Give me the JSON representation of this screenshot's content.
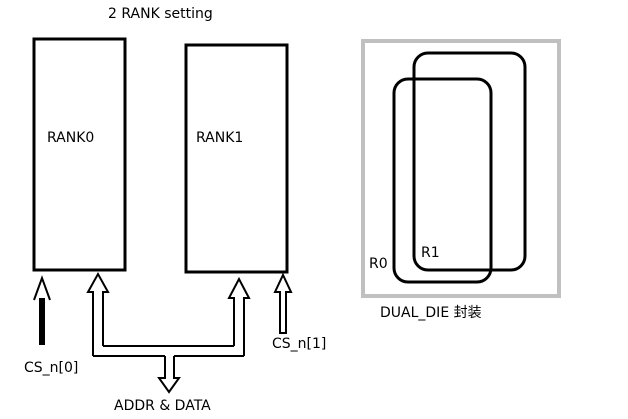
{
  "diagram": {
    "title": "2 RANK setting",
    "rank0_label": "RANK0",
    "rank1_label": "RANK1",
    "cs0_label": "CS_n[0]",
    "cs1_label": "CS_n[1]",
    "bus_label": "ADDR & DATA",
    "package": {
      "caption": "DUAL_DIE 封装",
      "die0_label": "R0",
      "die1_label": "R1"
    }
  },
  "colors": {
    "stroke": "#000000",
    "package_border": "#c0c0c0",
    "background": "#ffffff"
  }
}
